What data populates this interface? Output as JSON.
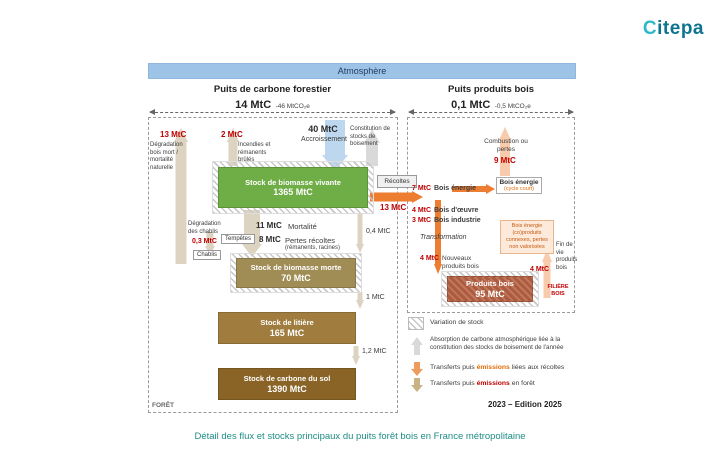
{
  "logo": {
    "letter": "C",
    "rest": "itepa"
  },
  "atmosphere": {
    "label": "Atmosphère"
  },
  "sinks": {
    "forest": {
      "title": "Puits de carbone forestier",
      "value": "14 MtC",
      "co2": "-46 MtCO₂e"
    },
    "wood": {
      "title": "Puits produits bois",
      "value": "0,1 MtC",
      "co2": "-0,5 MtCO₂e"
    }
  },
  "forest": {
    "zone_label": "FORÊT",
    "deadwood_flux": {
      "value": "13 MtC",
      "label": "Dégradation bois mort / mortalité naturelle"
    },
    "fire_flux": {
      "value": "2 MtC",
      "label": "Incendies et rémanents brûlés"
    },
    "growth_flux": {
      "value": "40 MtC",
      "label": "Accroissement"
    },
    "afforestation_label": "Constitution de stocks de boisement",
    "living_biomass": {
      "title": "Stock de biomasse vivante",
      "value": "1365 MtC"
    },
    "harvest": {
      "label": "Récoltes",
      "value": "13 MtC"
    },
    "mortality_flux": {
      "value": "11 MtC",
      "label": "Mortalité"
    },
    "harvest_losses_flux": {
      "value": "8 MtC",
      "label": "Pertes récoltes",
      "detail": "(rémanents, racines)"
    },
    "litter_flux_from_living": "0,4 MtC",
    "chablis_degradation": {
      "label": "Dégradation des chablis",
      "value": "0,3 MtC"
    },
    "storm_label": "Tempêtes",
    "chablis_label": "Chablis",
    "dead_biomass": {
      "title": "Stock de biomasse morte",
      "value": "70 MtC"
    },
    "litter_flux_from_dead": "1 MtC",
    "litter": {
      "title": "Stock de litière",
      "value": "165 MtC"
    },
    "soil_flux": "1,2 MtC",
    "soil": {
      "title": "Stock de carbone du sol",
      "value": "1390 MtC"
    }
  },
  "wood": {
    "zone_label": "FILIÈRE BOIS",
    "combustion": {
      "label": "Combustion ou pertes",
      "value": "9 MtC"
    },
    "energy_flux": {
      "value": "7 MtC",
      "label": "Bois énergie"
    },
    "energy_box": {
      "title": "Bois énergie",
      "detail": "(cycle court)"
    },
    "timber_flux": {
      "value": "4 MtC",
      "label": "Bois d'œuvre"
    },
    "industry_flux": {
      "value": "3 MtC",
      "label": "Bois industrie"
    },
    "transformation_label": "Transformation",
    "byproducts_note": "Bois énergie (co)produits connexes, pertes non valorisées",
    "end_of_life_label": "Fin de vie produits bois",
    "new_products_flux": {
      "value": "4 MtC",
      "label": "Nouveaux produits bois"
    },
    "end_of_life_flux": "4 MtC",
    "products": {
      "title": "Produits bois",
      "value": "95 MtC"
    }
  },
  "legend": {
    "items": [
      {
        "label": "Variation de stock"
      },
      {
        "label": "Absorption de carbone atmosphérique liée à la constitution des stocks de boisement de l'année"
      },
      {
        "prefix": "Transferts puis ",
        "emphasis": "émissions",
        "suffix": " liées aux récoltes"
      },
      {
        "prefix": "Transferts puis ",
        "emphasis": "émissions",
        "suffix": " en forêt"
      }
    ],
    "edition": "2023 – Edition 2025"
  },
  "caption": "Détail des flux et stocks principaux du puits forêt bois en France métropolitaine",
  "colors": {
    "accent_red": "#C00000",
    "atmosphere_blue": "#9DC3E6",
    "living_green": "#6FAD47",
    "dead_brown": "#A08C55",
    "litter_brown": "#A07D3E",
    "soil_brown": "#8A6426",
    "products_brick": "#AE5A3C",
    "flux_orange": "#ED7D31",
    "flux_light_orange": "#F8CBAD",
    "flux_tan": "#DCD4C0",
    "flux_gray": "#D9D9D9",
    "caption_teal": "#1F8C84"
  }
}
